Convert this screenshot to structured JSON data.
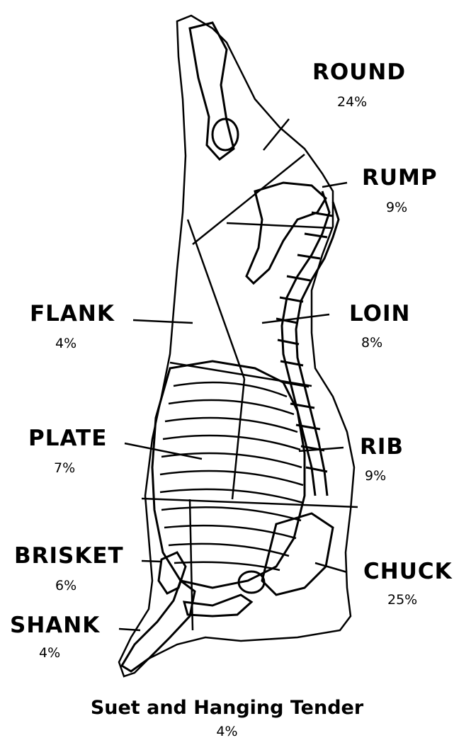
{
  "cuts": {
    "round": {
      "name": "ROUND",
      "percent": "24%"
    },
    "rump": {
      "name": "RUMP",
      "percent": "9%"
    },
    "loin": {
      "name": "LOIN",
      "percent": "8%"
    },
    "rib": {
      "name": "RIB",
      "percent": "9%"
    },
    "chuck": {
      "name": "CHUCK",
      "percent": "25%"
    },
    "flank": {
      "name": "FLANK",
      "percent": "4%"
    },
    "plate": {
      "name": "PLATE",
      "percent": "7%"
    },
    "brisket": {
      "name": "BRISKET",
      "percent": "6%"
    },
    "shank": {
      "name": "SHANK",
      "percent": "4%"
    }
  },
  "footer": {
    "name": "Suet and Hanging Tender",
    "percent": "4%"
  },
  "colors": {
    "ink": "#000000",
    "background": "#ffffff"
  }
}
